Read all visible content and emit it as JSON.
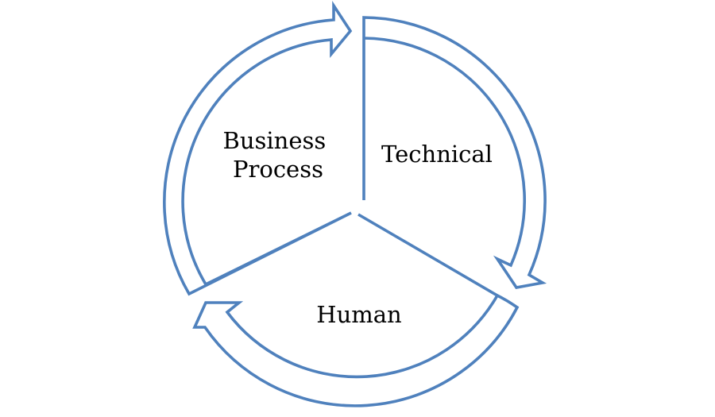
{
  "diagram": {
    "type": "cycle",
    "outline_color": "#4f81bd",
    "fill_color": "#ffffff",
    "segments": [
      {
        "label_lines": [
          "Business",
          "Process"
        ]
      },
      {
        "label_lines": [
          "Technical"
        ]
      },
      {
        "label_lines": [
          "Human"
        ]
      }
    ]
  }
}
